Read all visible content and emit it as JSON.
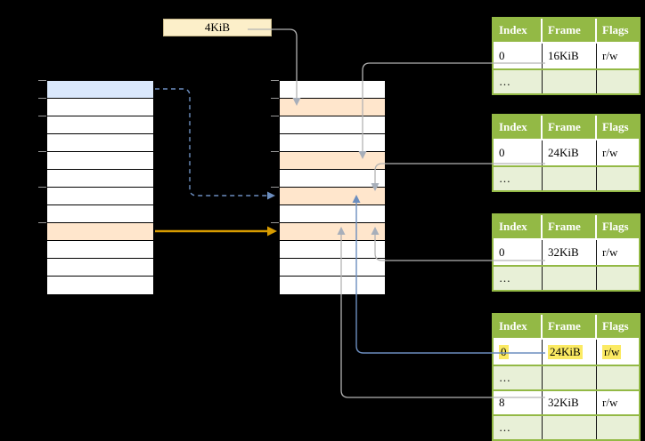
{
  "diagram": {
    "page_size_label": "4KiB",
    "columns": {
      "virtual_memory": {
        "rows": 12,
        "blue_row_index": 0,
        "orange_row_index": 8
      },
      "physical_memory": {
        "rows": 12,
        "orange_row_indices": [
          1,
          4,
          6,
          8
        ]
      }
    },
    "page_tables": [
      {
        "title": "page-table-16k",
        "headers": [
          "Index",
          "Frame",
          "Flags"
        ],
        "rows": [
          {
            "cells": [
              "0",
              "16KiB",
              "r/w"
            ],
            "green": false,
            "highlight": false
          },
          {
            "cells": [
              "…",
              "",
              ""
            ],
            "green": true,
            "highlight": false
          }
        ]
      },
      {
        "title": "page-table-24k",
        "headers": [
          "Index",
          "Frame",
          "Flags"
        ],
        "rows": [
          {
            "cells": [
              "0",
              "24KiB",
              "r/w"
            ],
            "green": false,
            "highlight": false
          },
          {
            "cells": [
              "…",
              "",
              ""
            ],
            "green": true,
            "highlight": false
          }
        ]
      },
      {
        "title": "page-table-32k",
        "headers": [
          "Index",
          "Frame",
          "Flags"
        ],
        "rows": [
          {
            "cells": [
              "0",
              "32KiB",
              "r/w"
            ],
            "green": false,
            "highlight": false
          },
          {
            "cells": [
              "…",
              "",
              ""
            ],
            "green": true,
            "highlight": false
          }
        ]
      },
      {
        "title": "page-table-bottom",
        "headers": [
          "Index",
          "Frame",
          "Flags"
        ],
        "rows": [
          {
            "cells": [
              "0",
              "24KiB",
              "r/w"
            ],
            "green": false,
            "highlight": true
          },
          {
            "cells": [
              "…",
              "",
              ""
            ],
            "green": true,
            "highlight": false
          },
          {
            "cells": [
              "8",
              "32KiB",
              "r/w"
            ],
            "green": false,
            "highlight": false
          },
          {
            "cells": [
              "…",
              "",
              ""
            ],
            "green": true,
            "highlight": false
          }
        ]
      }
    ],
    "colors": {
      "table_header_green": "#93B945",
      "table_border_green": "#93B945",
      "table_row_green": "#E8F0D7",
      "blue_fill": "#DAE8FC",
      "orange_fill": "#FFE6CC",
      "label_fill": "#FCEFC9",
      "arrow_gray": "#B3B3B3",
      "arrowhead_gray": "#A8AFBA",
      "arrow_blue": "#6C8EBF",
      "arrow_orange": "#D79B00",
      "highlight_yellow": "#FBEA63"
    }
  }
}
